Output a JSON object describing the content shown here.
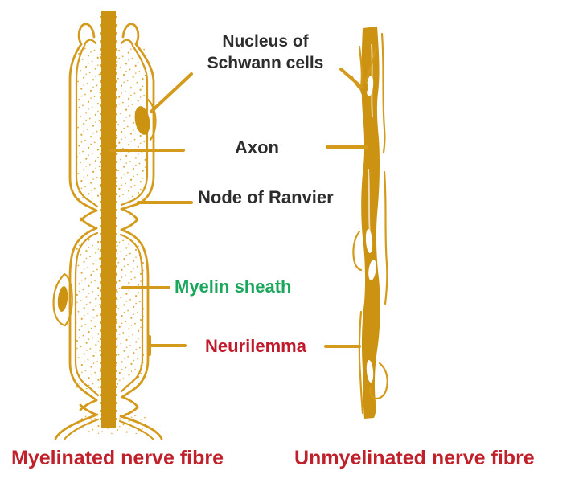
{
  "labels": {
    "nucleus_line1": "Nucleus of",
    "nucleus_line2": "Schwann cells",
    "axon": "Axon",
    "node_of_ranvier": "Node of Ranvier",
    "myelin_sheath": "Myelin sheath",
    "neurilemma": "Neurilemma"
  },
  "captions": {
    "myelinated": "Myelinated nerve fibre",
    "unmyelinated": "Unmyelinated nerve fibre"
  },
  "colors": {
    "gold": "#d49a1b",
    "axon-gold": "#cc9312",
    "label-text": "#2d2d2d",
    "myelin-green": "#1aa75c",
    "neurilemma-red": "#c01a2b",
    "caption-red": "#c0202a",
    "background": "#ffffff"
  }
}
